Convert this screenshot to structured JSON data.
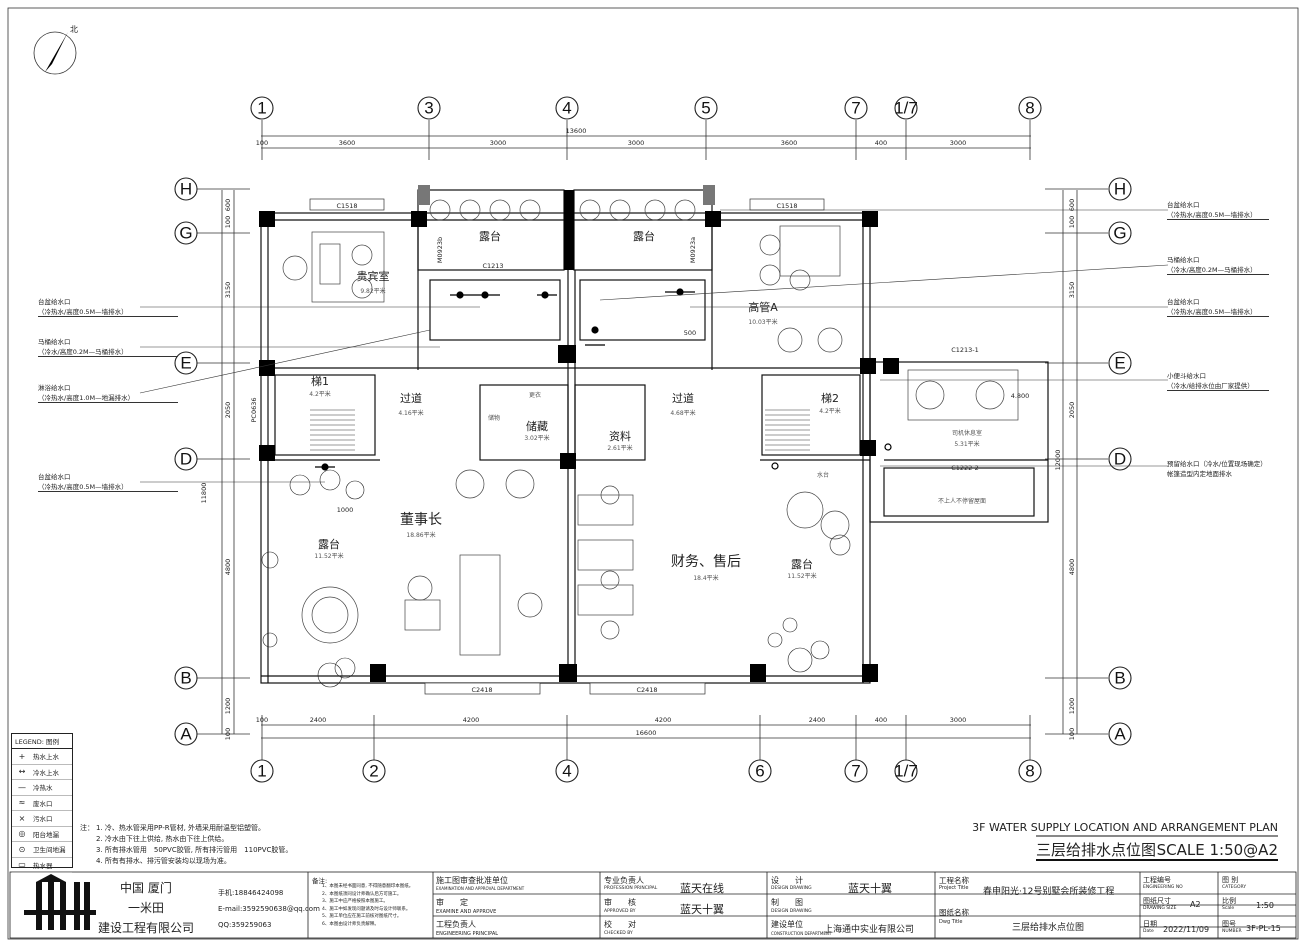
{
  "north": {
    "label": "北"
  },
  "axes": {
    "top": [
      "1",
      "3",
      "4",
      "5",
      "7",
      "1/7",
      "8"
    ],
    "bottom": [
      "1",
      "2",
      "4",
      "6",
      "7",
      "1/7",
      "8"
    ],
    "left": [
      "H",
      "G",
      "E",
      "D",
      "B",
      "A"
    ],
    "right": [
      "H",
      "G",
      "E",
      "D",
      "B",
      "A"
    ]
  },
  "dims": {
    "top_total": "13600",
    "top": [
      "100",
      "3600",
      "3000",
      "3000",
      "3600",
      "400",
      "3000"
    ],
    "bottom_total": "16600",
    "bottom": [
      "100",
      "2400",
      "4200",
      "4200",
      "2400",
      "400",
      "3000"
    ],
    "left": [
      "600",
      "100",
      "3150",
      "2050",
      "11800",
      "4800",
      "1200",
      "100"
    ],
    "right": [
      "600",
      "100",
      "3150",
      "2050",
      "12000",
      "4800",
      "1200",
      "100",
      "4.800"
    ]
  },
  "windows": [
    "C1518",
    "C1518",
    "C1213",
    "C1213-1",
    "C1222-2",
    "C2418",
    "C2418",
    "PC0636",
    "M0923b",
    "M0923a",
    "1000",
    "500"
  ],
  "rooms": [
    {
      "name": "贵宾室",
      "area": "9.82平米"
    },
    {
      "name": "露台",
      "area": ""
    },
    {
      "name": "露台",
      "area": ""
    },
    {
      "name": "高管A",
      "area": "10.03平米"
    },
    {
      "name": "梯1",
      "area": "4.2平米"
    },
    {
      "name": "过道",
      "area": "4.16平米"
    },
    {
      "name": "储藏",
      "area": "3.02平米"
    },
    {
      "name": "资料",
      "area": "2.61平米"
    },
    {
      "name": "过道",
      "area": "4.68平米"
    },
    {
      "name": "梯2",
      "area": "4.2平米"
    },
    {
      "name": "司机休息室",
      "area": "5.31平米"
    },
    {
      "name": "董事长",
      "area": "18.86平米"
    },
    {
      "name": "财务、售后",
      "area": "18.4平米"
    },
    {
      "name": "露台",
      "area": "11.52平米"
    },
    {
      "name": "露台",
      "area": "11.52平米"
    },
    {
      "name": "水台",
      "area": ""
    },
    {
      "name": "储物",
      "area": ""
    },
    {
      "name": "更衣",
      "area": ""
    },
    {
      "name": "不上人不停留屋面",
      "area": ""
    }
  ],
  "callouts_left": [
    {
      "title": "台盆给水口",
      "detail": "（冷热水/高度0.5M—墙排水）"
    },
    {
      "title": "马桶给水口",
      "detail": "（冷水/高度0.2M—马桶排水）"
    },
    {
      "title": "淋浴给水口",
      "detail": "（冷热水/高度1.0M—地漏排水）"
    },
    {
      "title": "台盆给水口",
      "detail": "（冷热水/高度0.5M—墙排水）"
    }
  ],
  "callouts_right": [
    {
      "title": "台盆给水口",
      "detail": "（冷热水/高度0.5M—墙排水）"
    },
    {
      "title": "马桶给水口",
      "detail": "（冷水/高度0.2M—马桶排水）"
    },
    {
      "title": "台盆给水口",
      "detail": "（冷热水/高度0.5M—墙排水）"
    },
    {
      "title": "小便斗给水口",
      "detail": "（冷水/给排水位由厂家提供）"
    },
    {
      "title": "预留给水口（冷水/位置现场确定）",
      "detail": "帐篷造型内定地面排水"
    }
  ],
  "legend": {
    "title": "LEGEND: 图例",
    "items": [
      "热水上水",
      "冷水上水",
      "冷热水",
      "废水口",
      "污水口",
      "阳台地漏",
      "卫生间地漏",
      "热水器"
    ]
  },
  "notes": {
    "head": "注：",
    "lines": [
      "1. 冷、热水管采用PP-R管材, 外墙采用耐温型铝塑管。",
      "2. 冷水由下往上供给, 热水由下往上供给。",
      "3. 所有排水管用　50PVC胶管, 所有排污管用　110PVC胶管。",
      "4. 所有有排水、排污管安装均以现场为准。"
    ]
  },
  "plan_title": {
    "en": "3F WATER SUPPLY LOCATION AND ARRANGEMENT PLAN",
    "zh": "三层给排水点位图",
    "scale": "SCALE 1:50@A2"
  },
  "title_block": {
    "company_line1": "中国 厦门",
    "company_line2": "一米田",
    "company_line3": "建设工程有限公司",
    "phone": "手机:18846424098",
    "email": "E-mail:3592590638@qq.com",
    "qq": "QQ:359259063",
    "remark_head": "备注:",
    "remark_lines": [
      "1、本图未经书面同意, 不得随意翻印本图纸。",
      "2、本图纸须同设计师确认后方可施工。",
      "3、施工中应严格按照本图施工。",
      "4、施工中如发现问题请及时与设计师联系。",
      "5、施工单位应在施工前核对图纸尺寸。",
      "6、本图由设计师负责解释。"
    ],
    "approval_head": "施工图审查批准单位",
    "approval_en": "EXAMINATION AND APPROVAL DEPARTMENT",
    "review_cn": "审　　定",
    "review_en": "EXAMINE AND APPROVE",
    "engineer_cn": "工程负责人",
    "engineer_en": "ENGINEERING PRINCIPAL",
    "pro_cn": "专业负责人",
    "pro_en": "PROFESSION PRINCIPAL",
    "pro_name": "蓝天在线",
    "check_cn": "审　　核",
    "check_en": "APPROVED BY",
    "check_name": "蓝天十翼",
    "proof_cn": "校　　对",
    "proof_en": "CHECKED BY",
    "design_cn": "设　　计",
    "design_en": "DESIGN DRAWING",
    "design_name": "蓝天十翼",
    "draw_cn": "制　　图",
    "draw_en": "DESIGN DRAWING",
    "builder_cn": "建设单位",
    "builder_en": "CONSTRUCTION DEPARTMENT",
    "builder_name": "上海通中实业有限公司",
    "project_cn": "工程名称",
    "project_en": "Project Title",
    "project_name": "春申阳光·12号别墅会所装修工程",
    "drawing_cn": "图纸名称",
    "drawing_en": "Dwg Title",
    "drawing_name": "三层给排水点位图",
    "eng_no_cn": "工程编号",
    "eng_no_en": "ENGINEERING NO",
    "category_cn": "图 别",
    "category_en": "CATEGORY",
    "size_cn": "图纸尺寸",
    "size_en": "DRAWING SIZE",
    "size_val": "A2",
    "ratio_cn": "比例",
    "ratio_en": "Scale",
    "ratio_val": "1:50",
    "date_cn": "日期",
    "date_en": "Date",
    "date_val": "2022/11/09",
    "number_cn": "图号",
    "number_en": "NUMBER",
    "number_val": "3F-PL-15"
  }
}
